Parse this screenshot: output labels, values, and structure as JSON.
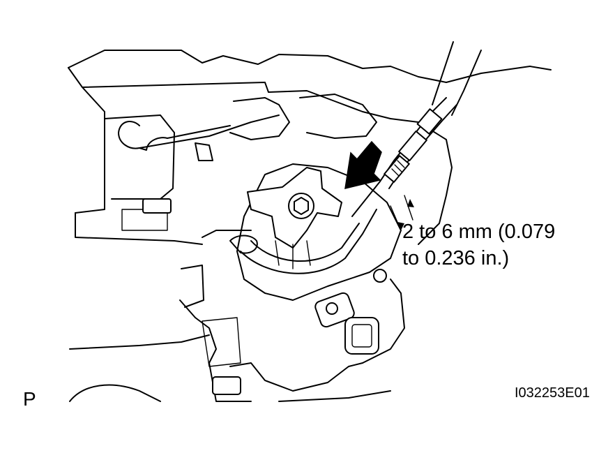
{
  "labels": {
    "measurement_line1": "2 to 6 mm (0.079",
    "measurement_line2": "to 0.236 in.)",
    "position": "P",
    "figure_code": "I032253E01"
  },
  "colors": {
    "line": "#000000",
    "background": "#ffffff"
  }
}
